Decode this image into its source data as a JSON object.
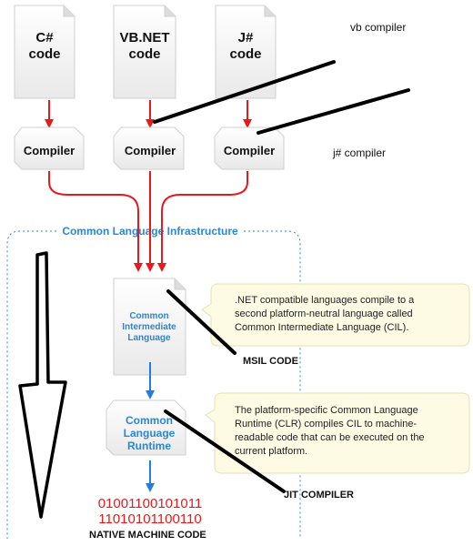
{
  "sources": [
    {
      "line1": "C#",
      "line2": "code"
    },
    {
      "line1": "VB.NET",
      "line2": "code"
    },
    {
      "line1": "J#",
      "line2": "code"
    }
  ],
  "compilers": [
    "Compiler",
    "Compiler",
    "Compiler"
  ],
  "handwritten": {
    "vb_compiler": "vb compiler",
    "j_compiler": "j# compiler",
    "msil_code": "MSIL CODE",
    "jit_compiler": "JIT COMPILER",
    "native_machine_code": "NATIVE MACHINE CODE"
  },
  "cli": {
    "title": "Common Language Infrastructure",
    "cil_box": [
      "Common",
      "Intermediate",
      "Language"
    ],
    "clr_box": [
      "Common",
      "Language",
      "Runtime"
    ]
  },
  "callouts": {
    "cil": [
      ".NET compatible languages compile to a",
      "second platform-neutral language called",
      "Common Intermediate Language (CIL)."
    ],
    "clr": [
      "The platform-specific Common Language",
      "Runtime (CLR) compiles CIL to machine-",
      "readable code that can be executed on the",
      "current platform."
    ]
  },
  "binary": [
    "01001100101011",
    "11010101100110"
  ],
  "colors": {
    "red_arrow": "#e8191d",
    "blue_arrow": "#1f7fe0",
    "cli_blue": "#2a86d6",
    "callout_fill": "#fdfbe3",
    "binary_red": "#e8191d"
  }
}
